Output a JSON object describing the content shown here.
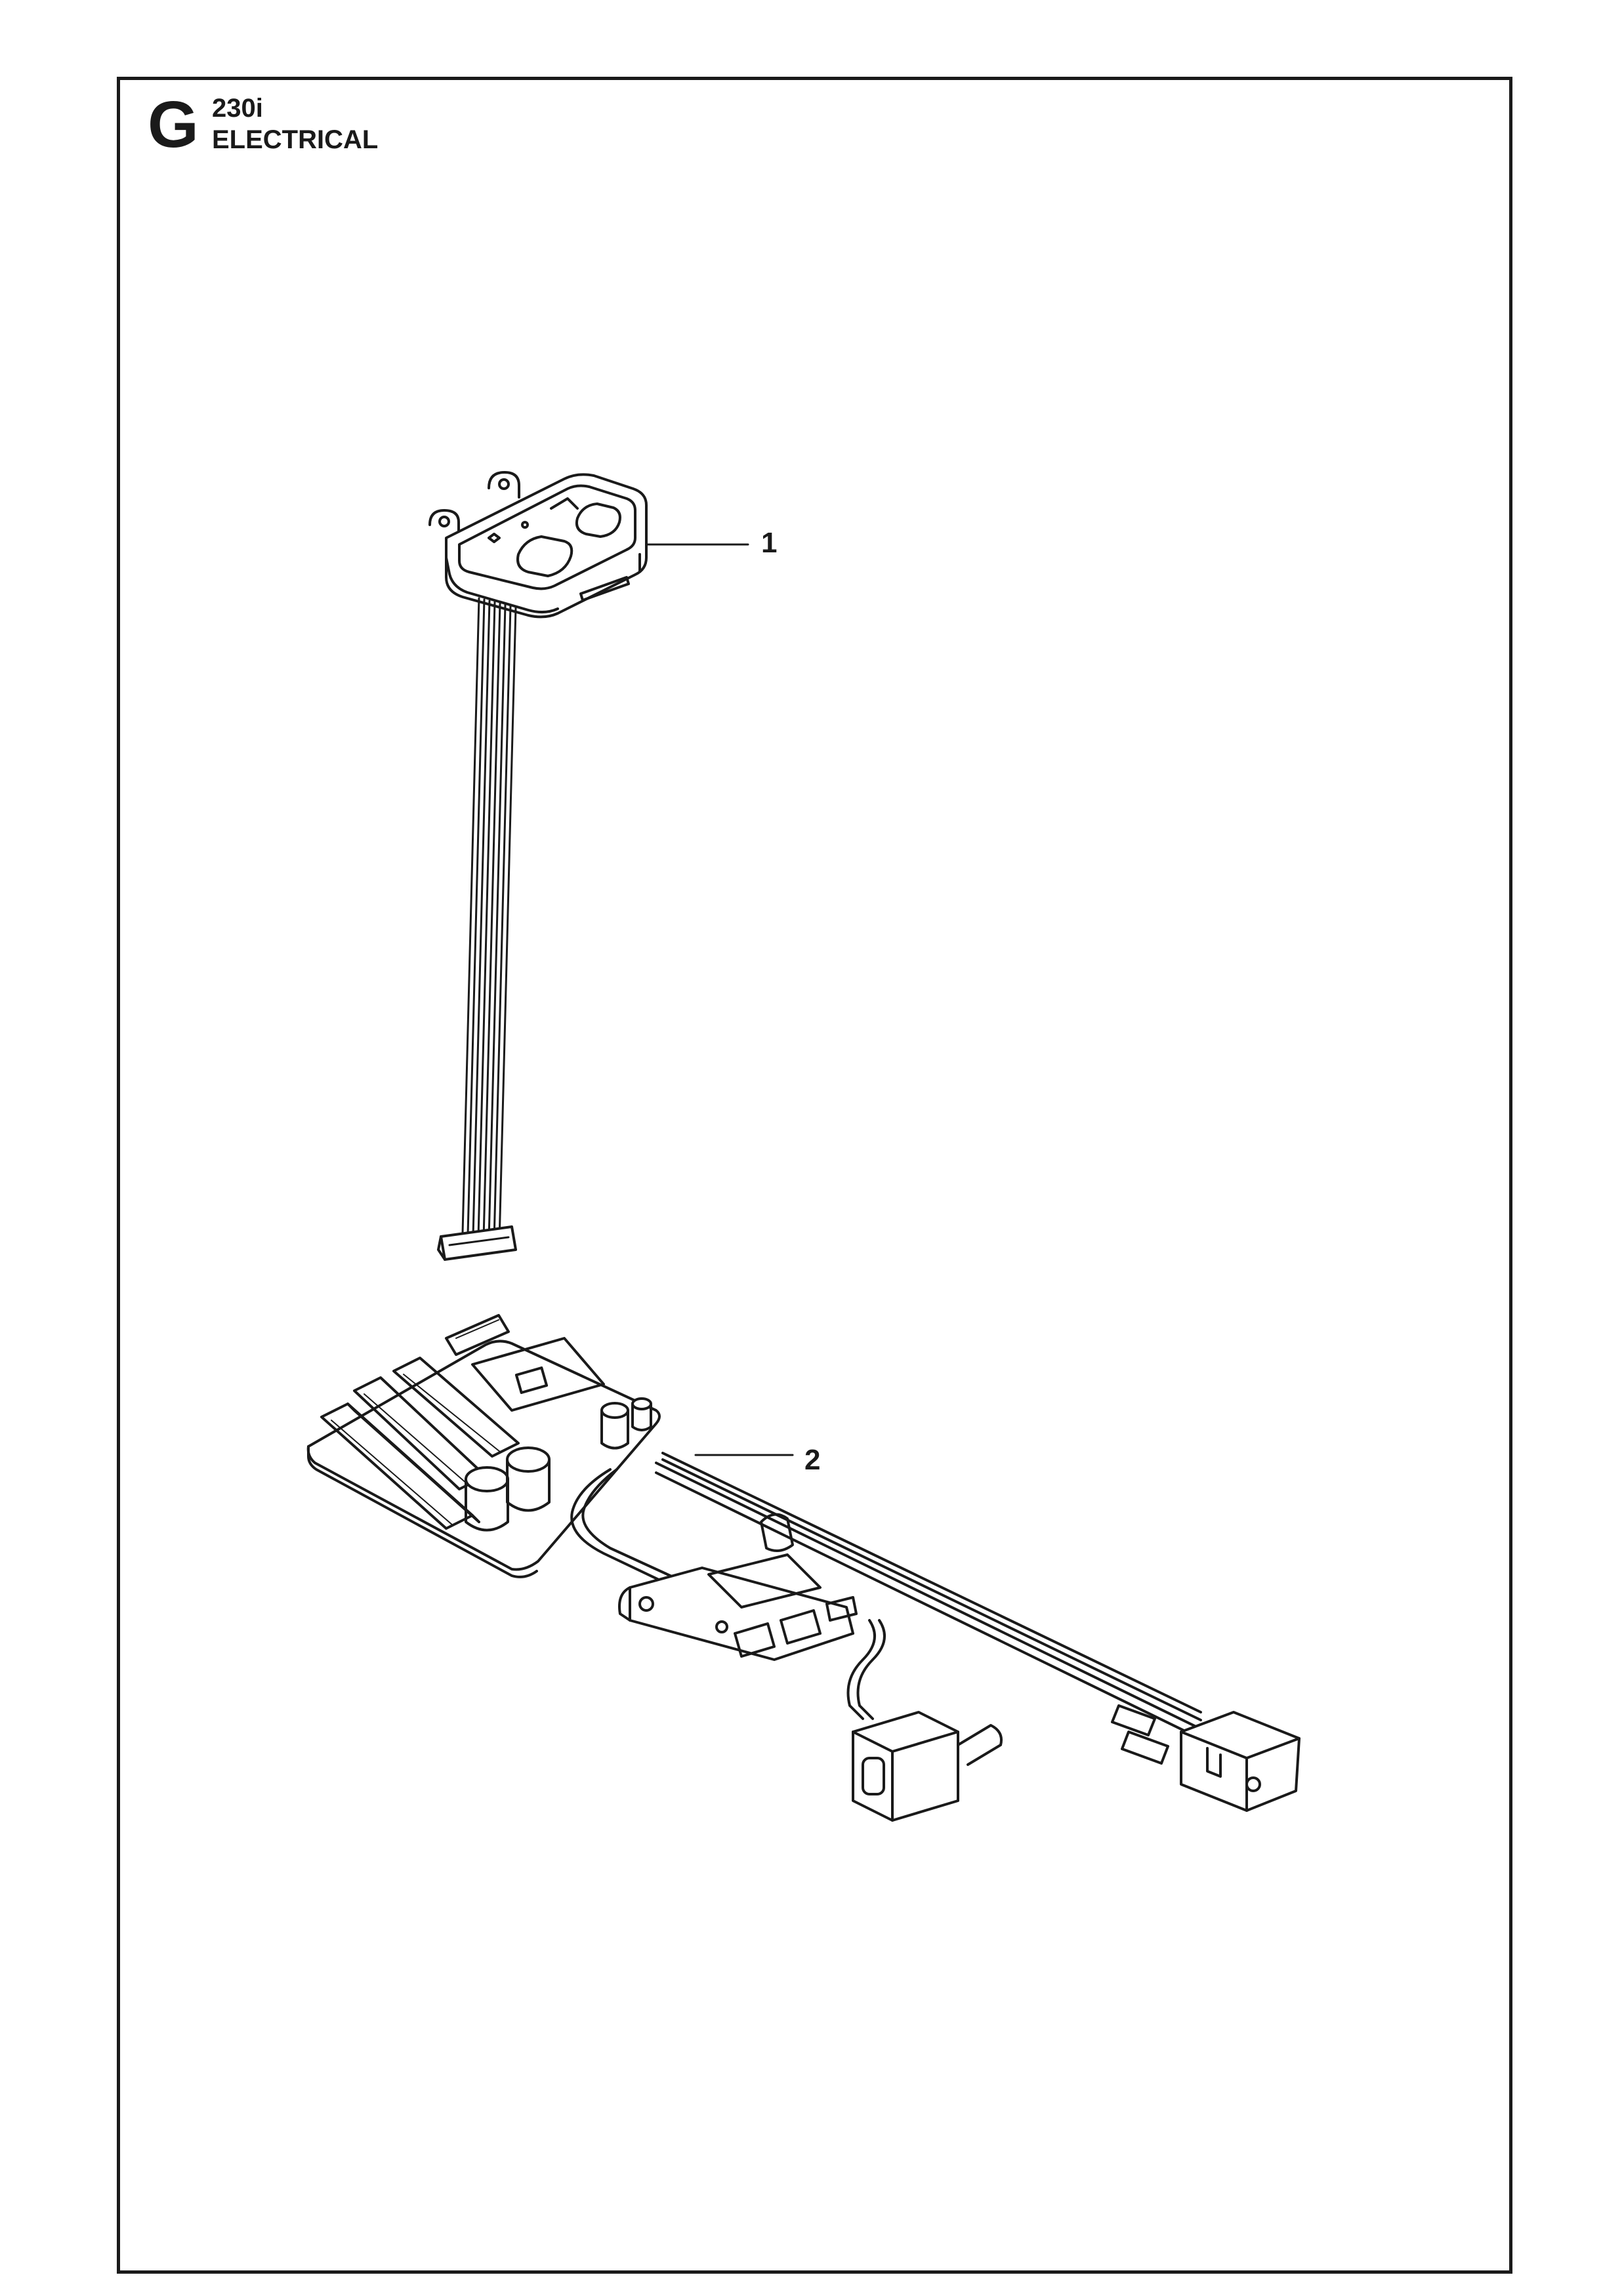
{
  "header": {
    "section_letter": "G",
    "model": "230i",
    "title": "ELECTRICAL"
  },
  "callouts": [
    {
      "number": "1",
      "part": "keypad-with-ribbon-cable"
    },
    {
      "number": "2",
      "part": "control-board-with-harness"
    }
  ]
}
